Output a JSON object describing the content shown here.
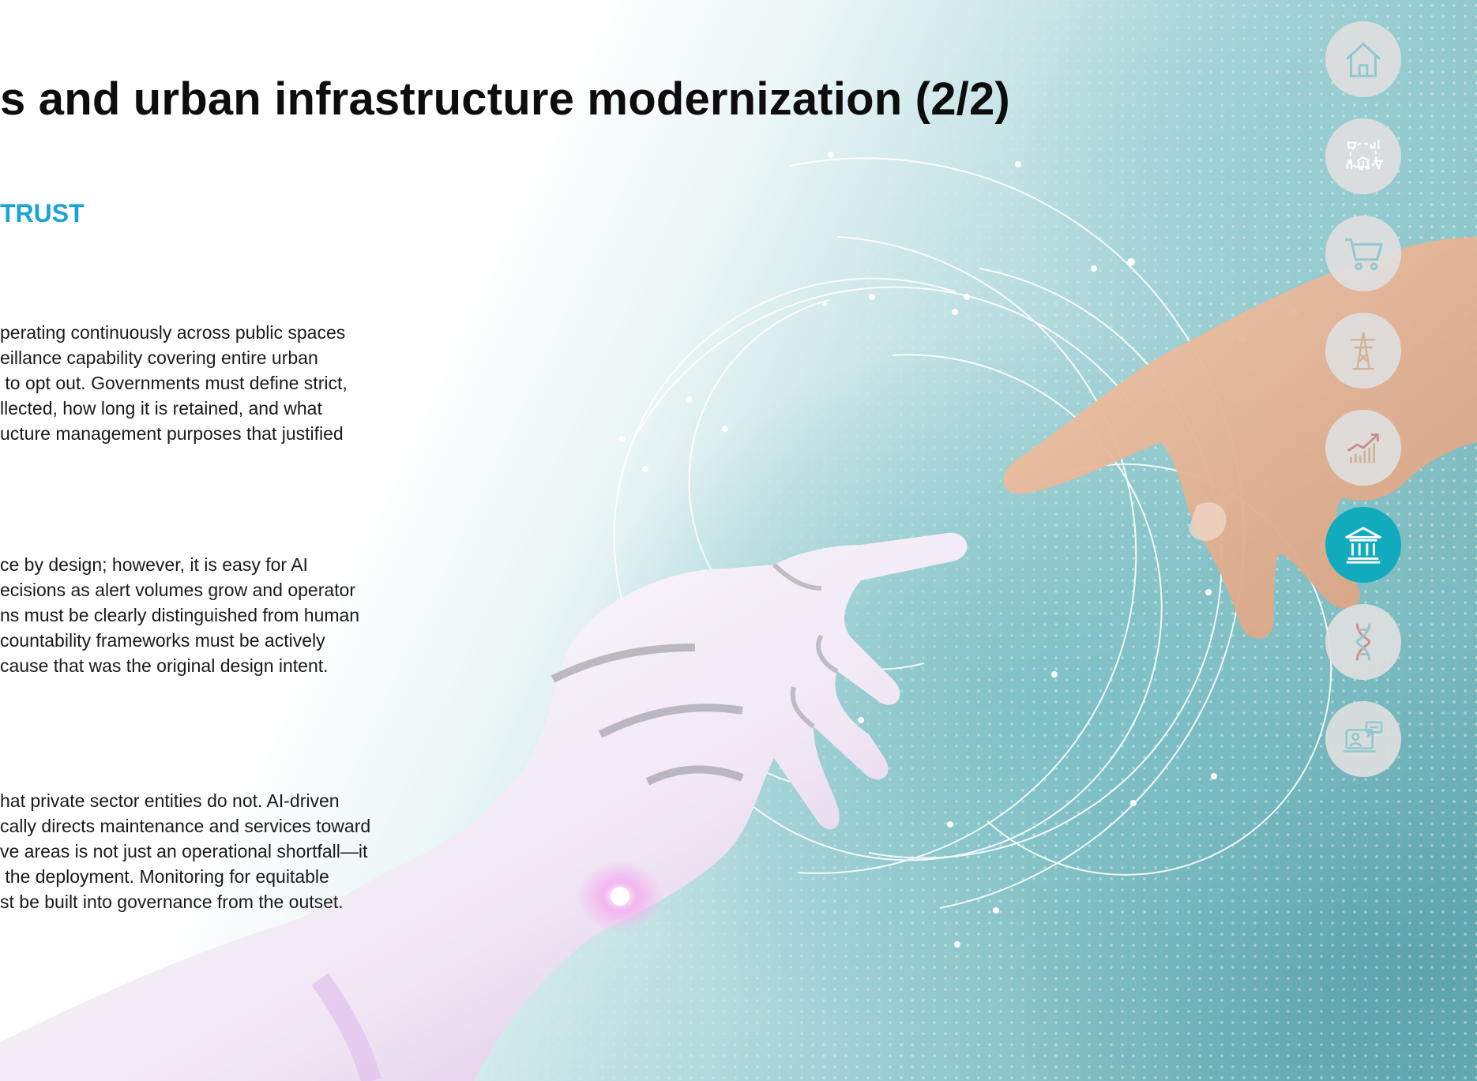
{
  "slide": {
    "title": "s and urban infrastructure modernization (2/2)",
    "subheading": "TRUST",
    "paragraph_1": "perating continuously across public spaces\neillance capability covering entire urban\n to opt out. Governments must define strict,\nllected, how long it is retained, and what\nucture management purposes that justified",
    "paragraph_2": "ce by design; however, it is easy for AI\necisions as alert volumes grow and operator\nns must be clearly distinguished from human\ncountability frameworks must be actively\ncause that was the original design intent.",
    "paragraph_3": "hat private sector entities do not. AI-driven\ncally directs maintenance and services toward\nve areas is not just an operational shortfall—it\n the deployment. Monitoring for equitable\nst be built into governance from the outset."
  },
  "nav": {
    "items": [
      {
        "icon": "house-icon",
        "active": false
      },
      {
        "icon": "sectors-cycle-icon",
        "active": false
      },
      {
        "icon": "shopping-cart-icon",
        "active": false
      },
      {
        "icon": "power-tower-icon",
        "active": false
      },
      {
        "icon": "growth-chart-icon",
        "active": false
      },
      {
        "icon": "government-building-icon",
        "active": true
      },
      {
        "icon": "dna-icon",
        "active": false
      },
      {
        "icon": "telehealth-icon",
        "active": false
      }
    ]
  },
  "colors": {
    "accent_blue": "#1aa3d6",
    "active_teal": "#12aabd",
    "nav_gray": "#dedede",
    "icon_gray": "#b8b8b8",
    "icon_teal": "#8fc8cf",
    "icon_tan": "#d2b494"
  }
}
